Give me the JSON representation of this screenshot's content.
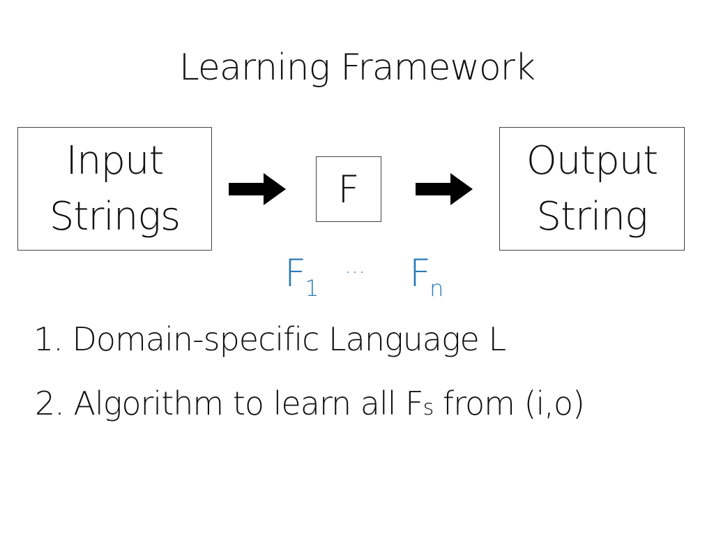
{
  "slide": {
    "title": "Learning Framework"
  },
  "diagram": {
    "input_box": {
      "line1": "Input",
      "line2": "Strings"
    },
    "function_box": {
      "label": "F"
    },
    "output_box": {
      "line1": "Output",
      "line2": "String"
    },
    "variants": {
      "first": {
        "base": "F",
        "sub": "1"
      },
      "ellipsis": "…",
      "last": {
        "base": "F",
        "sub": "n"
      }
    },
    "colors": {
      "variant_color": "#2a7ab8",
      "arrow_color": "#000000",
      "border_color": "#444444"
    }
  },
  "list": {
    "item1": "1. Domain-specific Language L",
    "item2_prefix": "2. Algorithm to learn all F",
    "item2_small": "s",
    "item2_suffix": " from (i,o)"
  }
}
